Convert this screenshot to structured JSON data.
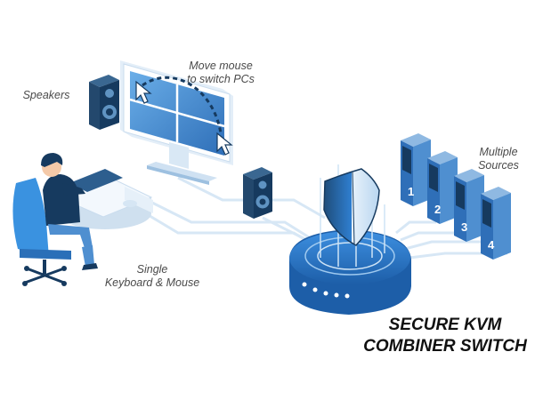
{
  "labels": {
    "move_mouse_line1": "Move mouse",
    "move_mouse_line2": "to switch PCs",
    "speakers": "Speakers",
    "multiple_sources_line1": "Multiple",
    "multiple_sources_line2": "Sources",
    "single_kbm_line1": "Single",
    "single_kbm_line2": "Keyboard & Mouse"
  },
  "title": {
    "line1": "SECURE KVM",
    "line2": "COMBINER SWITCH"
  },
  "sources": [
    "1",
    "2",
    "3",
    "4"
  ],
  "colors": {
    "primary_blue": "#2f7fd1",
    "dark_navy": "#163a5f",
    "light_blue": "#cfe4f6",
    "cable": "#d7e7f5",
    "text": "#4a4a4a"
  }
}
